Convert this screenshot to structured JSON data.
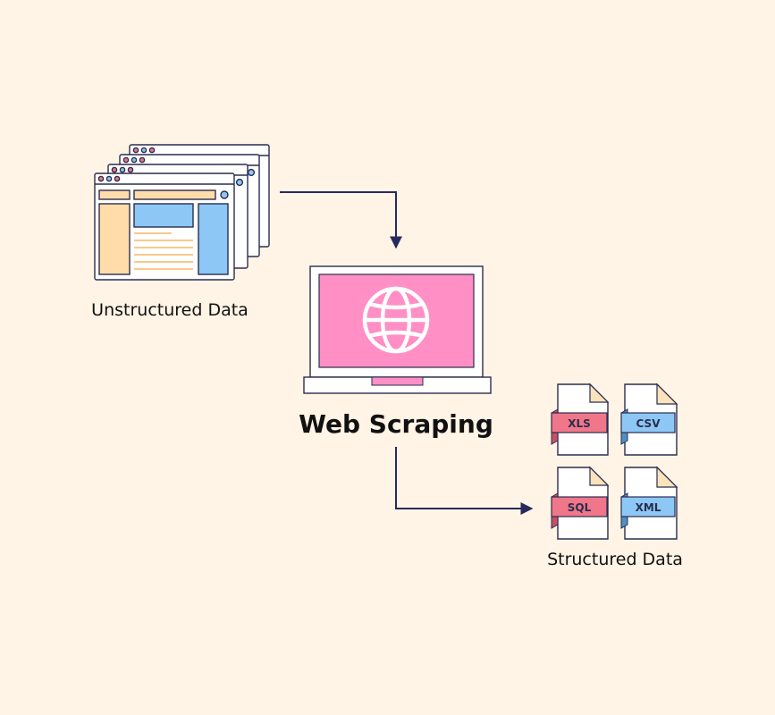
{
  "diagram": {
    "source_label": "Unstructured Data",
    "process_label": "Web Scraping",
    "target_label": "Structured Data",
    "formats": [
      "XLS",
      "CSV",
      "SQL",
      "XML"
    ],
    "icons": {
      "source": "web-pages-stack-icon",
      "process": "laptop-globe-icon",
      "target": "file-format-icons"
    }
  },
  "colors": {
    "background": "#fff4e6",
    "outline": "#2b2d4e",
    "arrow": "#272a5c",
    "screen": "#ff8fc4",
    "page_tan": "#ffdcaa",
    "page_blue": "#8cc7f5",
    "tag_red": "#f0768a",
    "tag_blue": "#8cc7f5",
    "file_fold": "#fbe3bc"
  }
}
